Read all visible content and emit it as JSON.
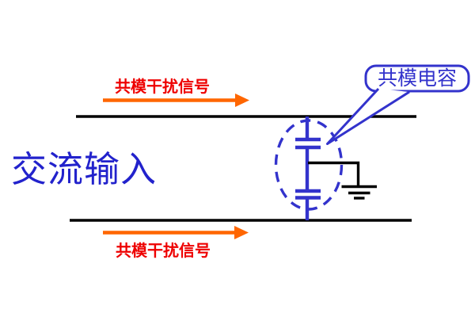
{
  "diagram": {
    "labels": {
      "ac_input": "交流输入",
      "interference_top": "共模干扰信号",
      "interference_bottom": "共模干扰信号",
      "capacitor_callout": "共模电容"
    },
    "colors": {
      "background": "#ffffff",
      "wire": "#000000",
      "arrow": "#ff6600",
      "interference_text": "#ee0000",
      "component_blue": "#3333cc",
      "text_blue": "#2222cc"
    },
    "icons": {
      "ground": "ground-icon",
      "capacitor": "capacitor-icon",
      "arrow_right": "arrow-right-icon"
    }
  }
}
